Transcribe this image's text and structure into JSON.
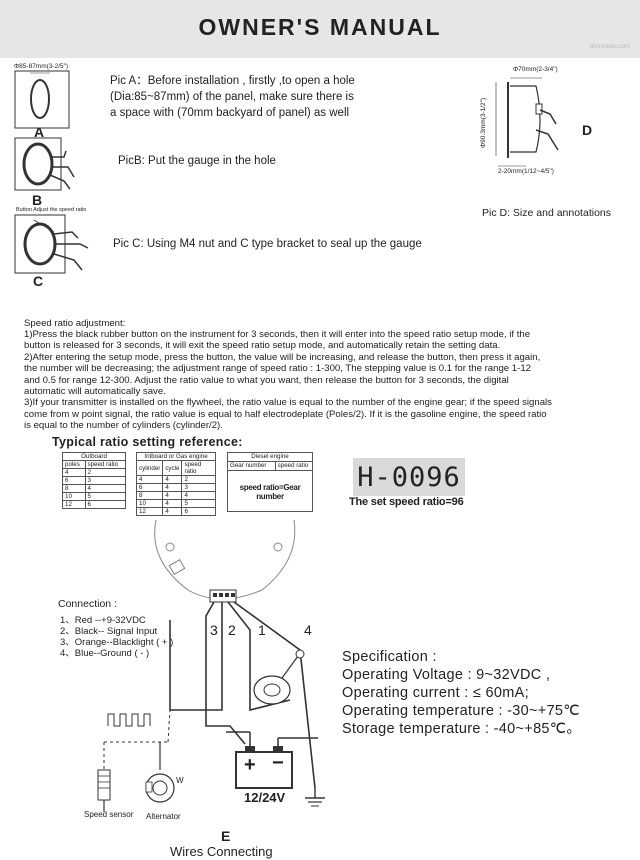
{
  "header": {
    "title": "OWNER'S  MANUAL"
  },
  "pics": {
    "a_label": "A",
    "a_dim": "Φ85-87mm(3-2/5\")",
    "a_text_lines": [
      "Pic A：Before installation , firstly ,to open a hole",
      "(Dia:85~87mm) of the panel, make sure there is",
      "a space with (70mm backyard of panel)  as well"
    ],
    "b_label": "B",
    "b_text": "PicB: Put the gauge in the hole",
    "c_label": "C",
    "c_button_note": "Button Adjust the speed ratio",
    "c_text": "Pic C: Using M4 nut and C type bracket to seal up the gauge",
    "d_label": "D",
    "d_top_dim": "Φ70mm(2-3/4\")",
    "d_side_dim": "Φ90.3mm(3-1/2\")",
    "d_bottom_dim": "2-20mm(1/12~4/5\")",
    "d_text": "Pic D: Size and annotations"
  },
  "instructions": {
    "title": "Speed ratio adjustment:",
    "lines": [
      "    1)Press the black rubber button on the instrument for 3 seconds, then it will enter into the speed ratio setup mode, if the",
      "       button is released for 3 seconds, it will exit the speed ratio setup mode, and automatically retain the setting data.",
      "    2)After entering the setup mode, press the button, the value will be increasing, and release the button, then press it again,",
      "       the number will be decreasing; the adjustment range of speed ratio : 1-300, The stepping value is 0.1 for  the range 1-12",
      "       and 0.5 for range 12-300. Adjust the ratio value to  what you want, then release the button for 3 seconds, the digital",
      "       automatic will automatically save.",
      "    3)If your transmitter is installed on the flywheel, the ratio value is equal to the number of the engine gear; if the speed signals",
      "       come from w point signal, the ratio value is equal to half electrodeplate (Poles/2). If it is the gasoline engine, the speed ratio",
      "       is equal to the    number of cylinders (cylinder/2)."
    ]
  },
  "ratio_ref": {
    "title": "Typical ratio setting reference:",
    "outboard": {
      "title": "Outboard",
      "headers": [
        "poles",
        "speed ratio"
      ],
      "rows": [
        [
          "4",
          "2"
        ],
        [
          "6",
          "3"
        ],
        [
          "8",
          "4"
        ],
        [
          "10",
          "5"
        ],
        [
          "12",
          "6"
        ]
      ]
    },
    "inboard": {
      "title": "Intboard or Gas engine",
      "headers": [
        "cylinder",
        "cycle",
        "speed ratio"
      ],
      "rows": [
        [
          "4",
          "4",
          "2"
        ],
        [
          "6",
          "4",
          "3"
        ],
        [
          "8",
          "4",
          "4"
        ],
        [
          "10",
          "4",
          "5"
        ],
        [
          "12",
          "4",
          "6"
        ]
      ]
    },
    "diesel": {
      "title": "Diesel engine",
      "headers": [
        "Gear number",
        "speed ratio"
      ],
      "formula": "speed ratio=Gear number"
    },
    "lcd_value": "H-0096",
    "lcd_caption": "The set speed ratio=96"
  },
  "connection": {
    "title": "Connection :",
    "items": [
      "1、Red --+9-32VDC",
      "2、Black-- Signal Input",
      "3、Orange--Blacklight ( + )",
      "4、Blue--Ground ( - )"
    ],
    "wire_numbers": [
      "3",
      "2",
      "1",
      "4"
    ],
    "battery_label": "12/24V",
    "battery_plus": "+",
    "battery_minus": "−",
    "w_label": "W",
    "speed_sensor": "Speed sensor",
    "alternator": "Alternator",
    "e_label": "E",
    "e_caption": "Wires Connecting"
  },
  "spec": {
    "title": "Specification :",
    "lines": [
      "Operating Voltage : 9~32VDC ,",
      "Operating current : ≤ 60mA;",
      "Operating temperature : -30~+75℃",
      "Storage temperature : -40~+85℃。"
    ]
  },
  "watermark": "dixinmeter.com"
}
